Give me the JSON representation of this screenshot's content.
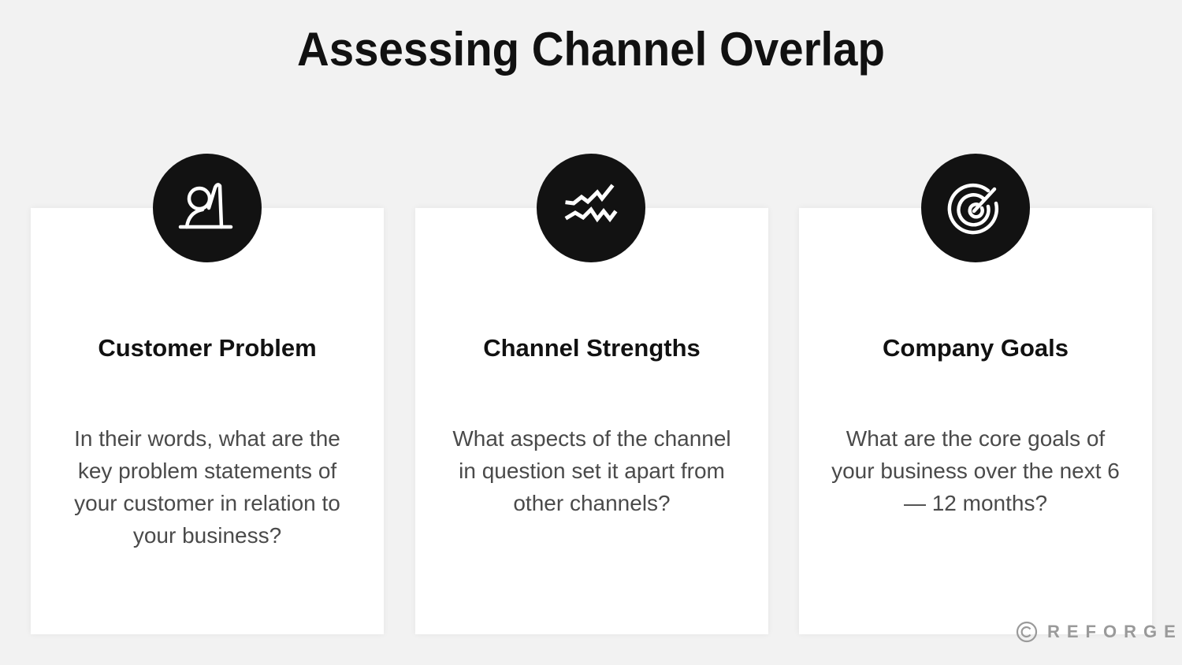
{
  "title": "Assessing Channel Overlap",
  "cards": [
    {
      "icon": "person-at-desk-icon",
      "heading": "Customer Problem",
      "body": "In their words, what are the key problem statements of your customer in relation to your business?"
    },
    {
      "icon": "zigzag-trend-lines-icon",
      "heading": "Channel Strengths",
      "body": "What aspects of the channel in question set it apart from other channels?"
    },
    {
      "icon": "target-bullseye-icon",
      "heading": "Company Goals",
      "body": "What are the core goals of your business over the next 6 — 12 months?"
    }
  ],
  "watermark": {
    "symbol": "©",
    "brand": "REFORGE"
  },
  "colors": {
    "background": "#f2f2f2",
    "card": "#ffffff",
    "icon_circle": "#121212",
    "heading": "#111111",
    "body_text": "#4a4a4a",
    "watermark": "#9a9a9a"
  }
}
